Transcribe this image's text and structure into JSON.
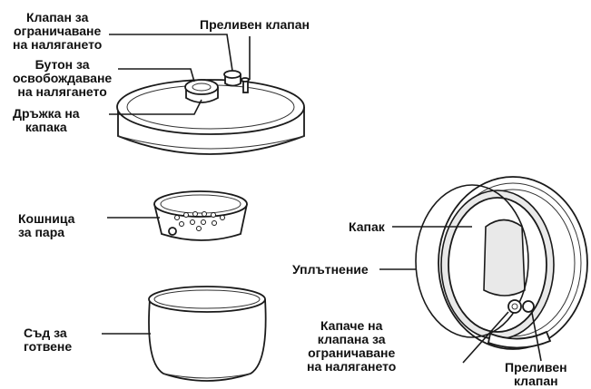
{
  "labels": {
    "pressure_limit_valve": "Клапан за\nограничаване\nна налягането",
    "overflow_valve_top": "Преливен клапан",
    "pressure_release_button": "Бутон за\nосвобождаване\nна налягането",
    "lid_handle": "Дръжка на\nкапака",
    "steam_basket": "Кошница\nза пара",
    "cooking_pot": "Съд за\nготвене",
    "lid": "Капак",
    "seal": "Уплътнение",
    "valve_cap": "Капаче на\nклапана за\nограничаване\nна налягането",
    "overflow_valve_bottom": "Преливен\nклапан"
  }
}
